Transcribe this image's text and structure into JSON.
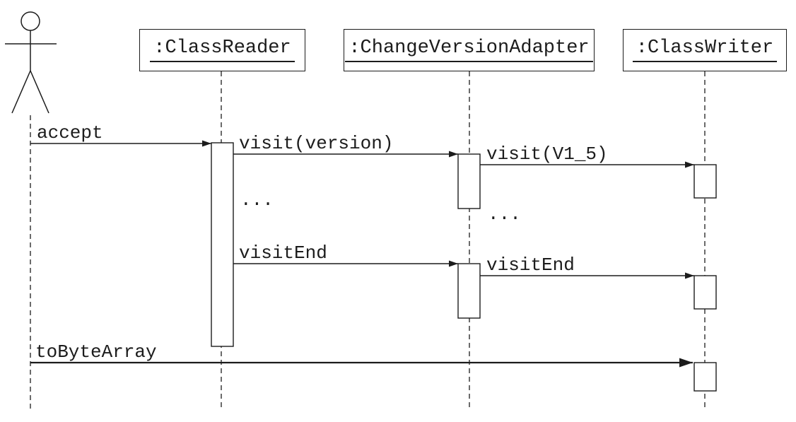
{
  "diagram": {
    "type": "uml-sequence-diagram",
    "colors": {
      "background": "#ffffff",
      "stroke": "#1c1c1c",
      "text": "#1c1c1c"
    },
    "participants": [
      {
        "kind": "actor",
        "label": ""
      },
      {
        "kind": "object",
        "label": ":ClassReader"
      },
      {
        "kind": "object",
        "label": ":ChangeVersionAdapter"
      },
      {
        "kind": "object",
        "label": ":ClassWriter"
      }
    ],
    "objects": [
      {
        "label": ":ClassReader"
      },
      {
        "label": ":ChangeVersionAdapter"
      },
      {
        "label": ":ClassWriter"
      }
    ],
    "messages": [
      {
        "label": "accept",
        "from": "actor",
        "to": ":ClassReader"
      },
      {
        "label": "visit(version)",
        "from": ":ClassReader",
        "to": ":ChangeVersionAdapter"
      },
      {
        "label": "visit(V1_5)",
        "from": ":ChangeVersionAdapter",
        "to": ":ClassWriter"
      },
      {
        "label": "visitEnd",
        "from": ":ClassReader",
        "to": ":ChangeVersionAdapter"
      },
      {
        "label": "visitEnd",
        "from": ":ChangeVersionAdapter",
        "to": ":ClassWriter"
      },
      {
        "label": "toByteArray",
        "from": "actor",
        "to": ":ClassWriter"
      }
    ],
    "annotations": [
      {
        "label": "...",
        "on": ":ClassReader lifeline"
      },
      {
        "label": "...",
        "on": ":ChangeVersionAdapter lifeline"
      }
    ]
  }
}
